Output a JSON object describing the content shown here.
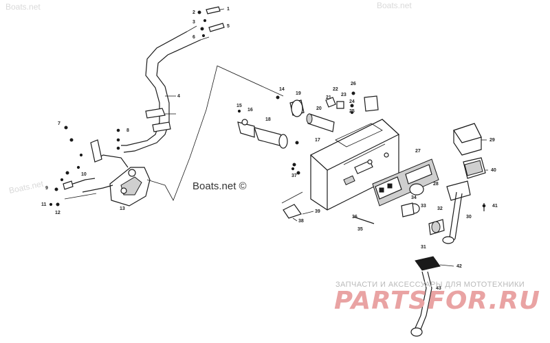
{
  "watermarks": {
    "top_left": "Boats.net",
    "top_right": "Boats.net",
    "left": "Boats.net"
  },
  "credit": "Boats.net ©",
  "footer": {
    "tagline": "ЗАПЧАСТИ И АКСЕССУАРЫ ДЛЯ МОТОТЕХНИКИ",
    "logo": "PARTSFOR.RU"
  },
  "callouts": [
    "1",
    "2",
    "3",
    "4",
    "5",
    "6",
    "7",
    "8",
    "9",
    "10",
    "11",
    "12",
    "13",
    "14",
    "15",
    "16",
    "17",
    "18",
    "19",
    "20",
    "21",
    "22",
    "23",
    "24",
    "25",
    "26",
    "27",
    "28",
    "29",
    "30",
    "31",
    "32",
    "33",
    "34",
    "35",
    "36",
    "37",
    "38",
    "39",
    "40",
    "41",
    "42",
    "43"
  ],
  "colors": {
    "ink": "#1a1a1a",
    "watermark": "#d9d9d9",
    "logo": "#e9a3a3",
    "tagline": "#b9b9b9"
  }
}
